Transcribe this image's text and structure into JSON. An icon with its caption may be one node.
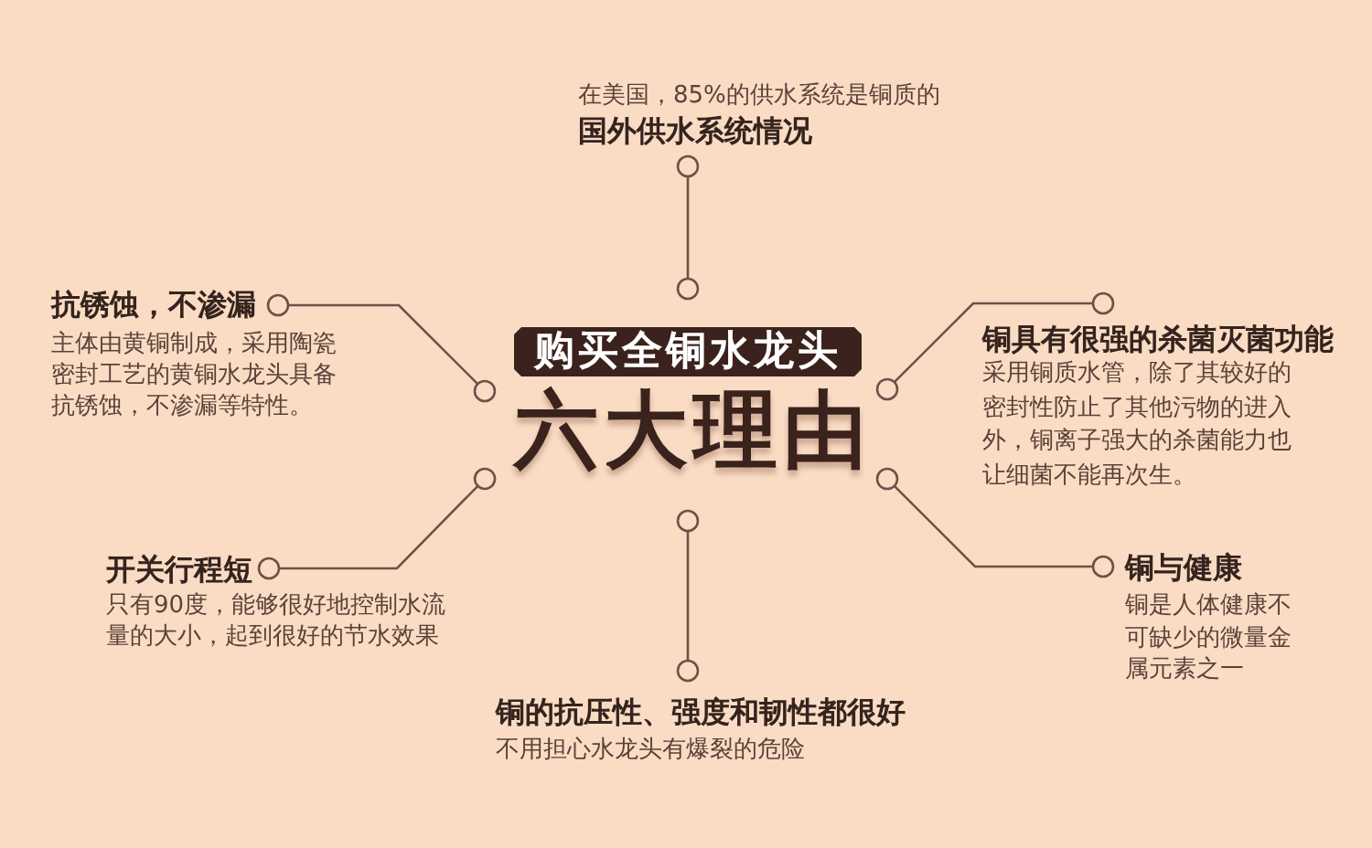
{
  "diagram": {
    "nodes": [
      {
        "text": [
          "在美国，85%的供水系统是铜质的",
          "国外供水系统情况"
        ]
      },
      {
        "text": [
          "抗锈蚀，不渗漏",
          "主体由黄铜制成，采用陶瓷密封工艺的黄铜水龙头具备抗锈蚀，不渗漏等特性。"
        ]
      },
      {
        "text": [
          "购买全铜水龙头",
          "六大理由"
        ]
      },
      {
        "text": [
          "铜具有很强的杀菌灭菌功能",
          "采用铜质水管，除了其较好的密封性防止了其他污物的进入外，铜离子强大的杀菌能力也让细菌不能再次生。"
        ]
      },
      {
        "text": [
          "开关行程短",
          "只有90度，能够很好地控制水流量的大小，起到很好的节水效果"
        ]
      },
      {
        "text": [
          "铜与健康",
          "铜是人体健康不可缺少的微量金属元素之一"
        ]
      },
      {
        "text": [
          "铜的抗压性、强度和韧性都很好",
          "不用担心水龙头有爆裂的危险"
        ]
      }
    ],
    "edges": [
      {
        "from": 2,
        "to": 0,
        "arrow": "other"
      },
      {
        "from": 2,
        "to": 1,
        "arrow": "other"
      },
      {
        "from": 2,
        "to": 3,
        "arrow": "other"
      },
      {
        "from": 2,
        "to": 4,
        "arrow": "other"
      },
      {
        "from": 2,
        "to": 5,
        "arrow": "other"
      },
      {
        "from": 2,
        "to": 6,
        "arrow": "other"
      }
    ]
  }
}
